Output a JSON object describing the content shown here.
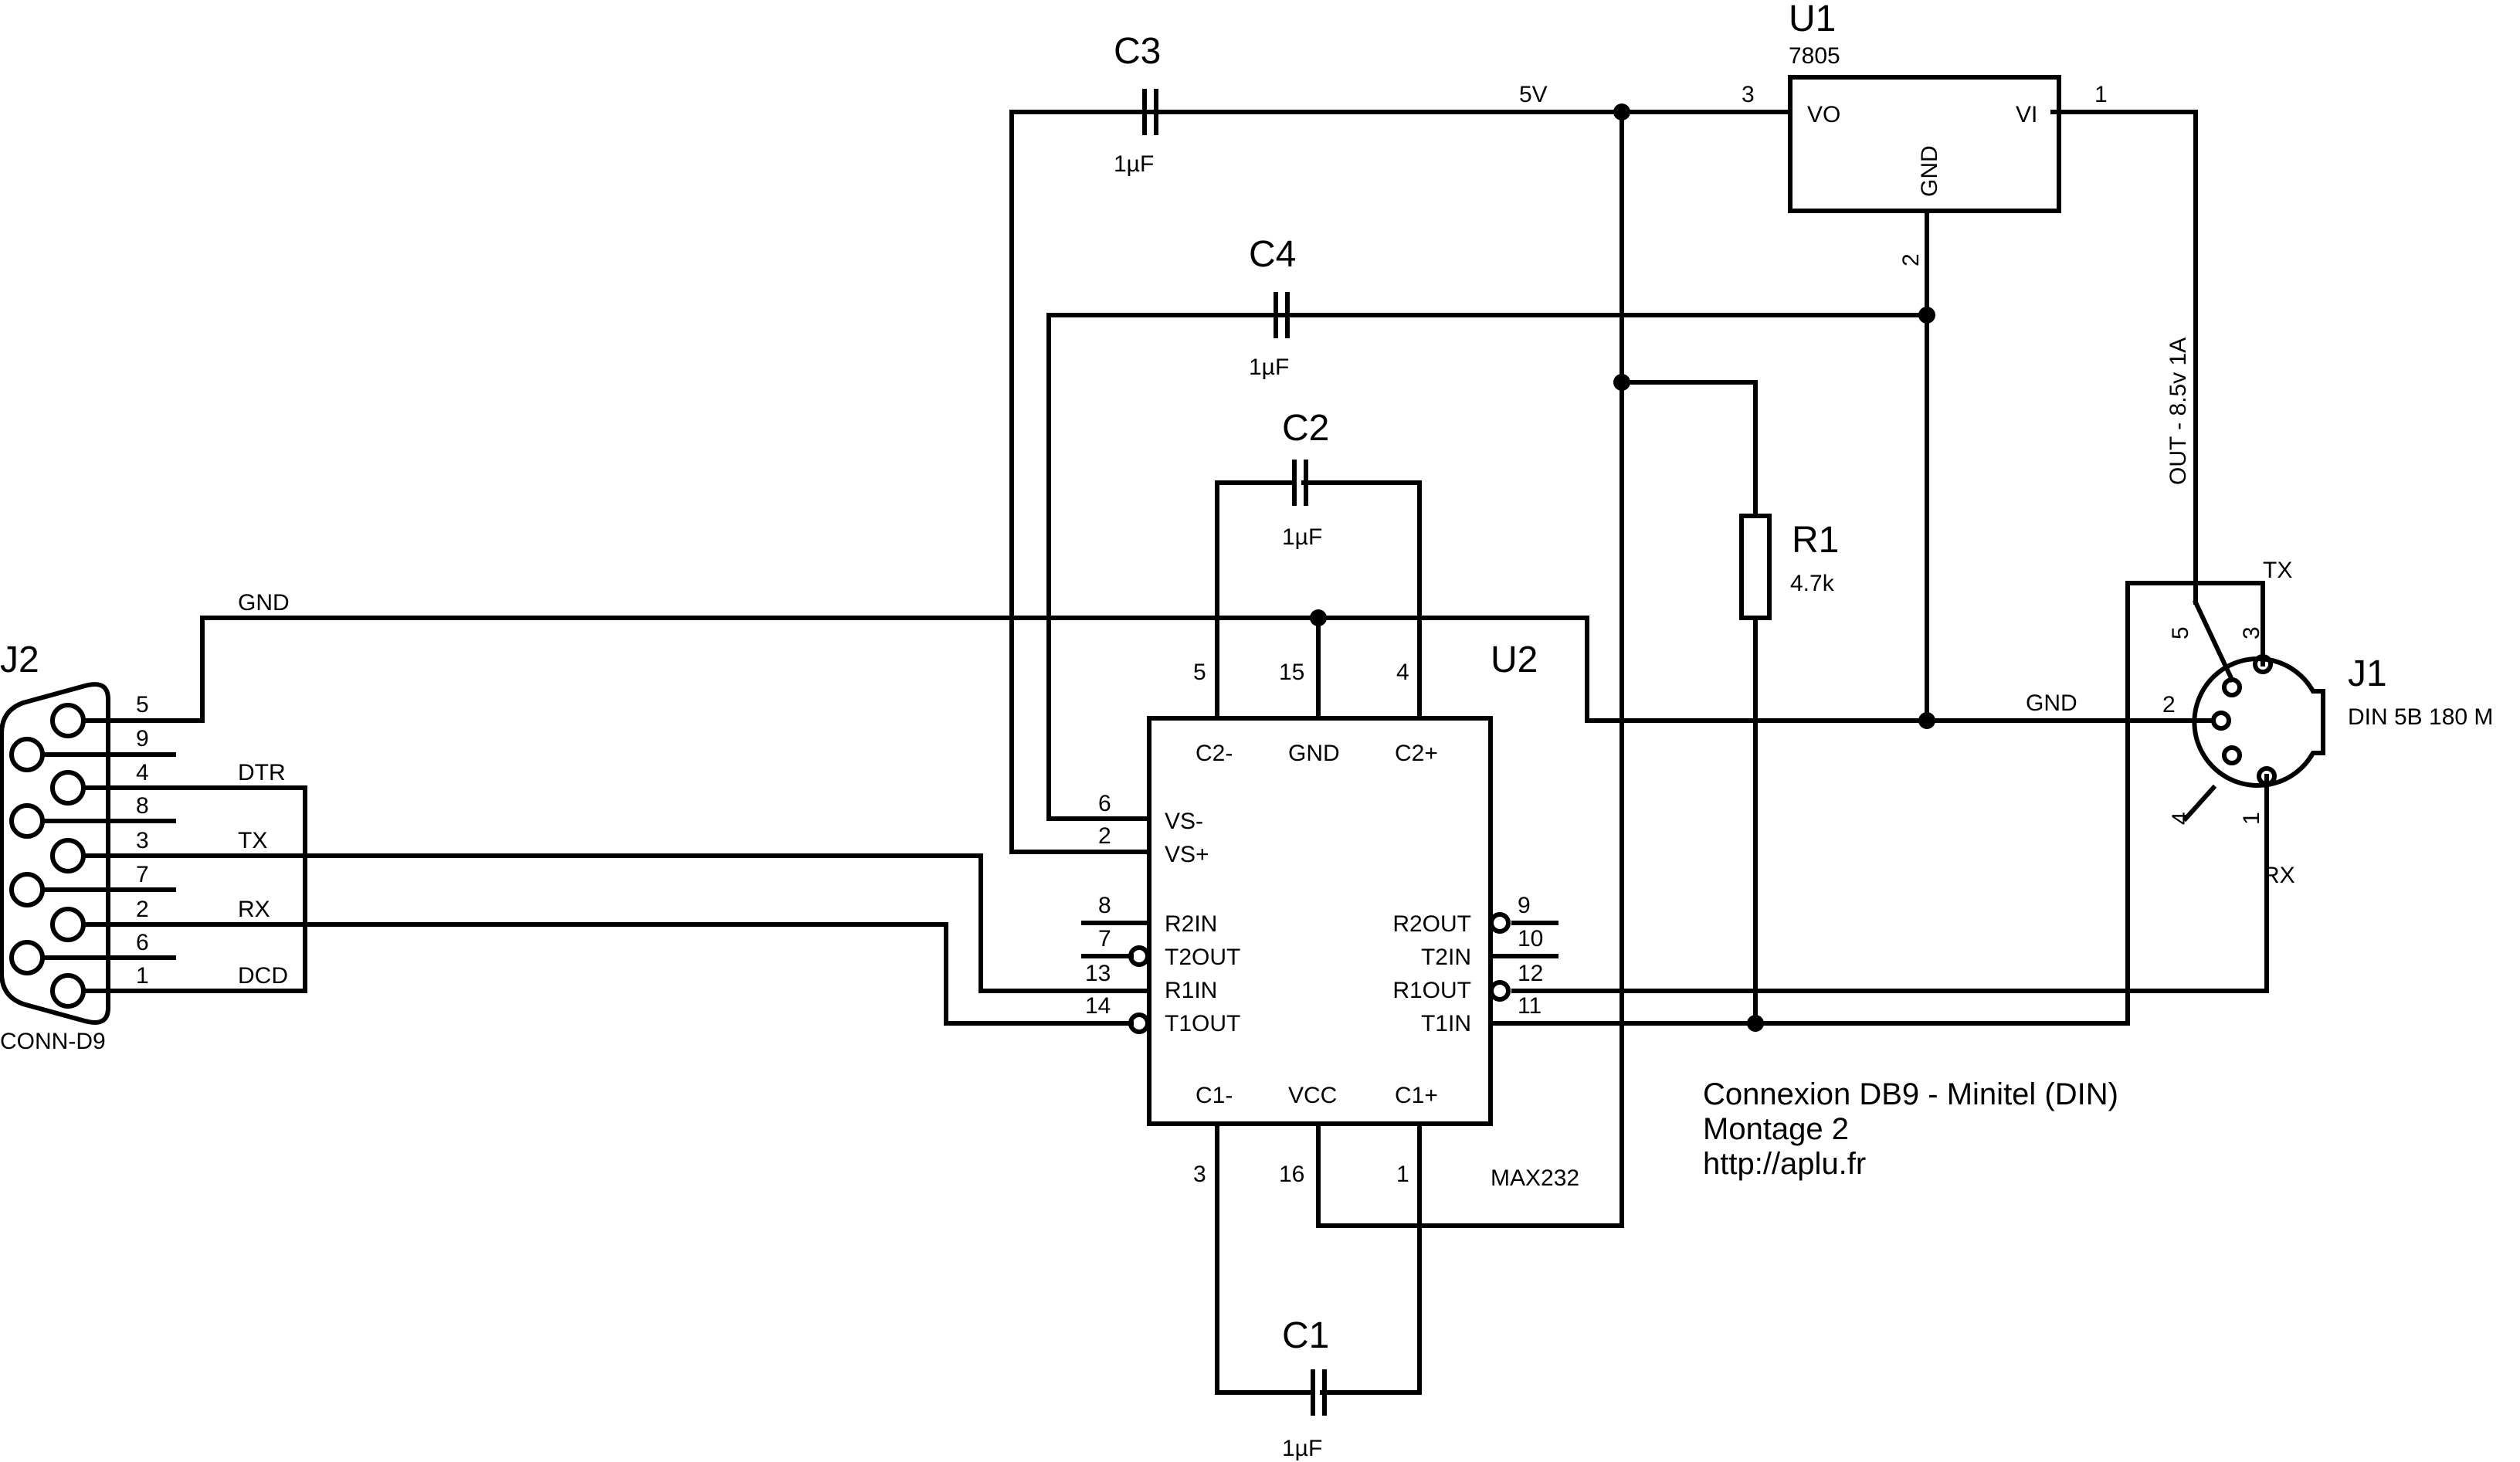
{
  "colors": {
    "ink": "#000000",
    "background": "#ffffff"
  },
  "notes": {
    "line1": "Connexion DB9 - Minitel (DIN)",
    "line2": "Montage 2",
    "line3": "http://aplu.fr"
  },
  "nets": {
    "five_v": "5V",
    "gnd_left": "GND",
    "gnd_right": "GND",
    "supply": "OUT - 8.5v 1A",
    "tx": "TX",
    "rx": "RX"
  },
  "u1": {
    "ref": "U1",
    "value": "7805",
    "pin_vo": "VO",
    "pin_vi": "VI",
    "pin_gnd": "GND",
    "num_vo": "3",
    "num_vi": "1",
    "num_gnd": "2"
  },
  "u2": {
    "ref": "U2",
    "value": "MAX232",
    "pin_names": {
      "c2m": "C2-",
      "gnd": "GND",
      "c2p": "C2+",
      "vsm": "VS-",
      "vsp": "VS+",
      "r2in": "R2IN",
      "t2out": "T2OUT",
      "r1in": "R1IN",
      "t1out": "T1OUT",
      "r2out": "R2OUT",
      "t2in": "T2IN",
      "r1out": "R1OUT",
      "t1in": "T1IN",
      "c1m": "C1-",
      "vcc": "VCC",
      "c1p": "C1+"
    },
    "pin_numbers": {
      "c2m": "5",
      "gnd": "15",
      "c2p": "4",
      "vsm": "6",
      "vsp": "2",
      "r2in": "8",
      "t2out": "7",
      "r1in": "13",
      "t1out": "14",
      "r2out": "9",
      "t2in": "10",
      "r1out": "12",
      "t1in": "11",
      "c1m": "3",
      "vcc": "16",
      "c1p": "1"
    }
  },
  "capacitors": {
    "c1": {
      "ref": "C1",
      "value": "1µF"
    },
    "c2": {
      "ref": "C2",
      "value": "1µF"
    },
    "c3": {
      "ref": "C3",
      "value": "1µF"
    },
    "c4": {
      "ref": "C4",
      "value": "1µF"
    }
  },
  "r1": {
    "ref": "R1",
    "value": "4.7k"
  },
  "j1": {
    "ref": "J1",
    "value": "DIN 5B 180 M",
    "pin5": "5",
    "pin3": "3",
    "pin2": "2",
    "pin4": "4",
    "pin1": "1"
  },
  "j2": {
    "ref": "J2",
    "value": "CONN-D9",
    "pins": [
      {
        "num": "5",
        "signal": ""
      },
      {
        "num": "9",
        "signal": ""
      },
      {
        "num": "4",
        "signal": "DTR"
      },
      {
        "num": "8",
        "signal": ""
      },
      {
        "num": "3",
        "signal": "TX"
      },
      {
        "num": "7",
        "signal": ""
      },
      {
        "num": "2",
        "signal": "RX"
      },
      {
        "num": "6",
        "signal": ""
      },
      {
        "num": "1",
        "signal": "DCD"
      }
    ]
  }
}
